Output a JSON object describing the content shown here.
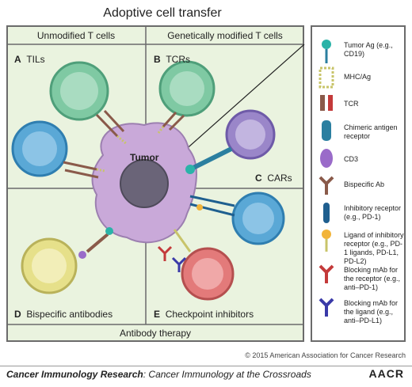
{
  "title": "Adoptive cell transfer",
  "sections": {
    "unmodified": "Unmodified T cells",
    "genetically_modified": "Genetically modified T cells",
    "antibody_therapy": "Antibody therapy"
  },
  "panels": {
    "a_letter": "A",
    "a_label": "TILs",
    "b_letter": "B",
    "b_label": "TCRs",
    "c_letter": "C",
    "c_label": "CARs",
    "d_letter": "D",
    "d_label": "Bispecific antibodies",
    "e_letter": "E",
    "e_label": "Checkpoint inhibitors",
    "tumor_label": "Tumor"
  },
  "legend": [
    {
      "icon": "tumor-antigen-icon",
      "text": "Tumor Ag (e.g., CD19)"
    },
    {
      "icon": "mhc-antigen-icon",
      "text": "MHC/Ag"
    },
    {
      "icon": "tcr-icon",
      "text": "TCR"
    },
    {
      "icon": "car-icon",
      "text": "Chimeric antigen receptor"
    },
    {
      "icon": "cd3-icon",
      "text": "CD3"
    },
    {
      "icon": "bispecific-ab-icon",
      "text": "Bispecific Ab"
    },
    {
      "icon": "inhibitory-receptor-icon",
      "text": "Inhibitory receptor (e.g., PD-1)"
    },
    {
      "icon": "inhibitory-ligand-icon",
      "text": "Ligand of inhibitory receptor (e.g., PD-1 ligands, PD-L1, PD-L2)"
    },
    {
      "icon": "blocking-mab-receptor-icon",
      "text": "Blocking mAb for the receptor (e.g., anti–PD-1)"
    },
    {
      "icon": "blocking-mab-ligand-icon",
      "text": "Blocking mAb for the ligand (e.g., anti–PD-L1)"
    }
  ],
  "copyright": "© 2015 American Association for Cancer Research",
  "footer": {
    "journal": "Cancer Immunology Research",
    "subtitle": ": Cancer Immunology at the Crossroads",
    "logo": "AACR"
  },
  "colors": {
    "panel_bg": "#eaf3df",
    "tumor": "#c9a9d9",
    "tumor_nucleus": "#6a6478",
    "tcell_green": "#7fc9a3",
    "tcell_blue": "#5aa8d6",
    "tcell_purple": "#9a86c9",
    "tcell_yellow": "#e6e08a",
    "tcell_red": "#e37a7a"
  }
}
